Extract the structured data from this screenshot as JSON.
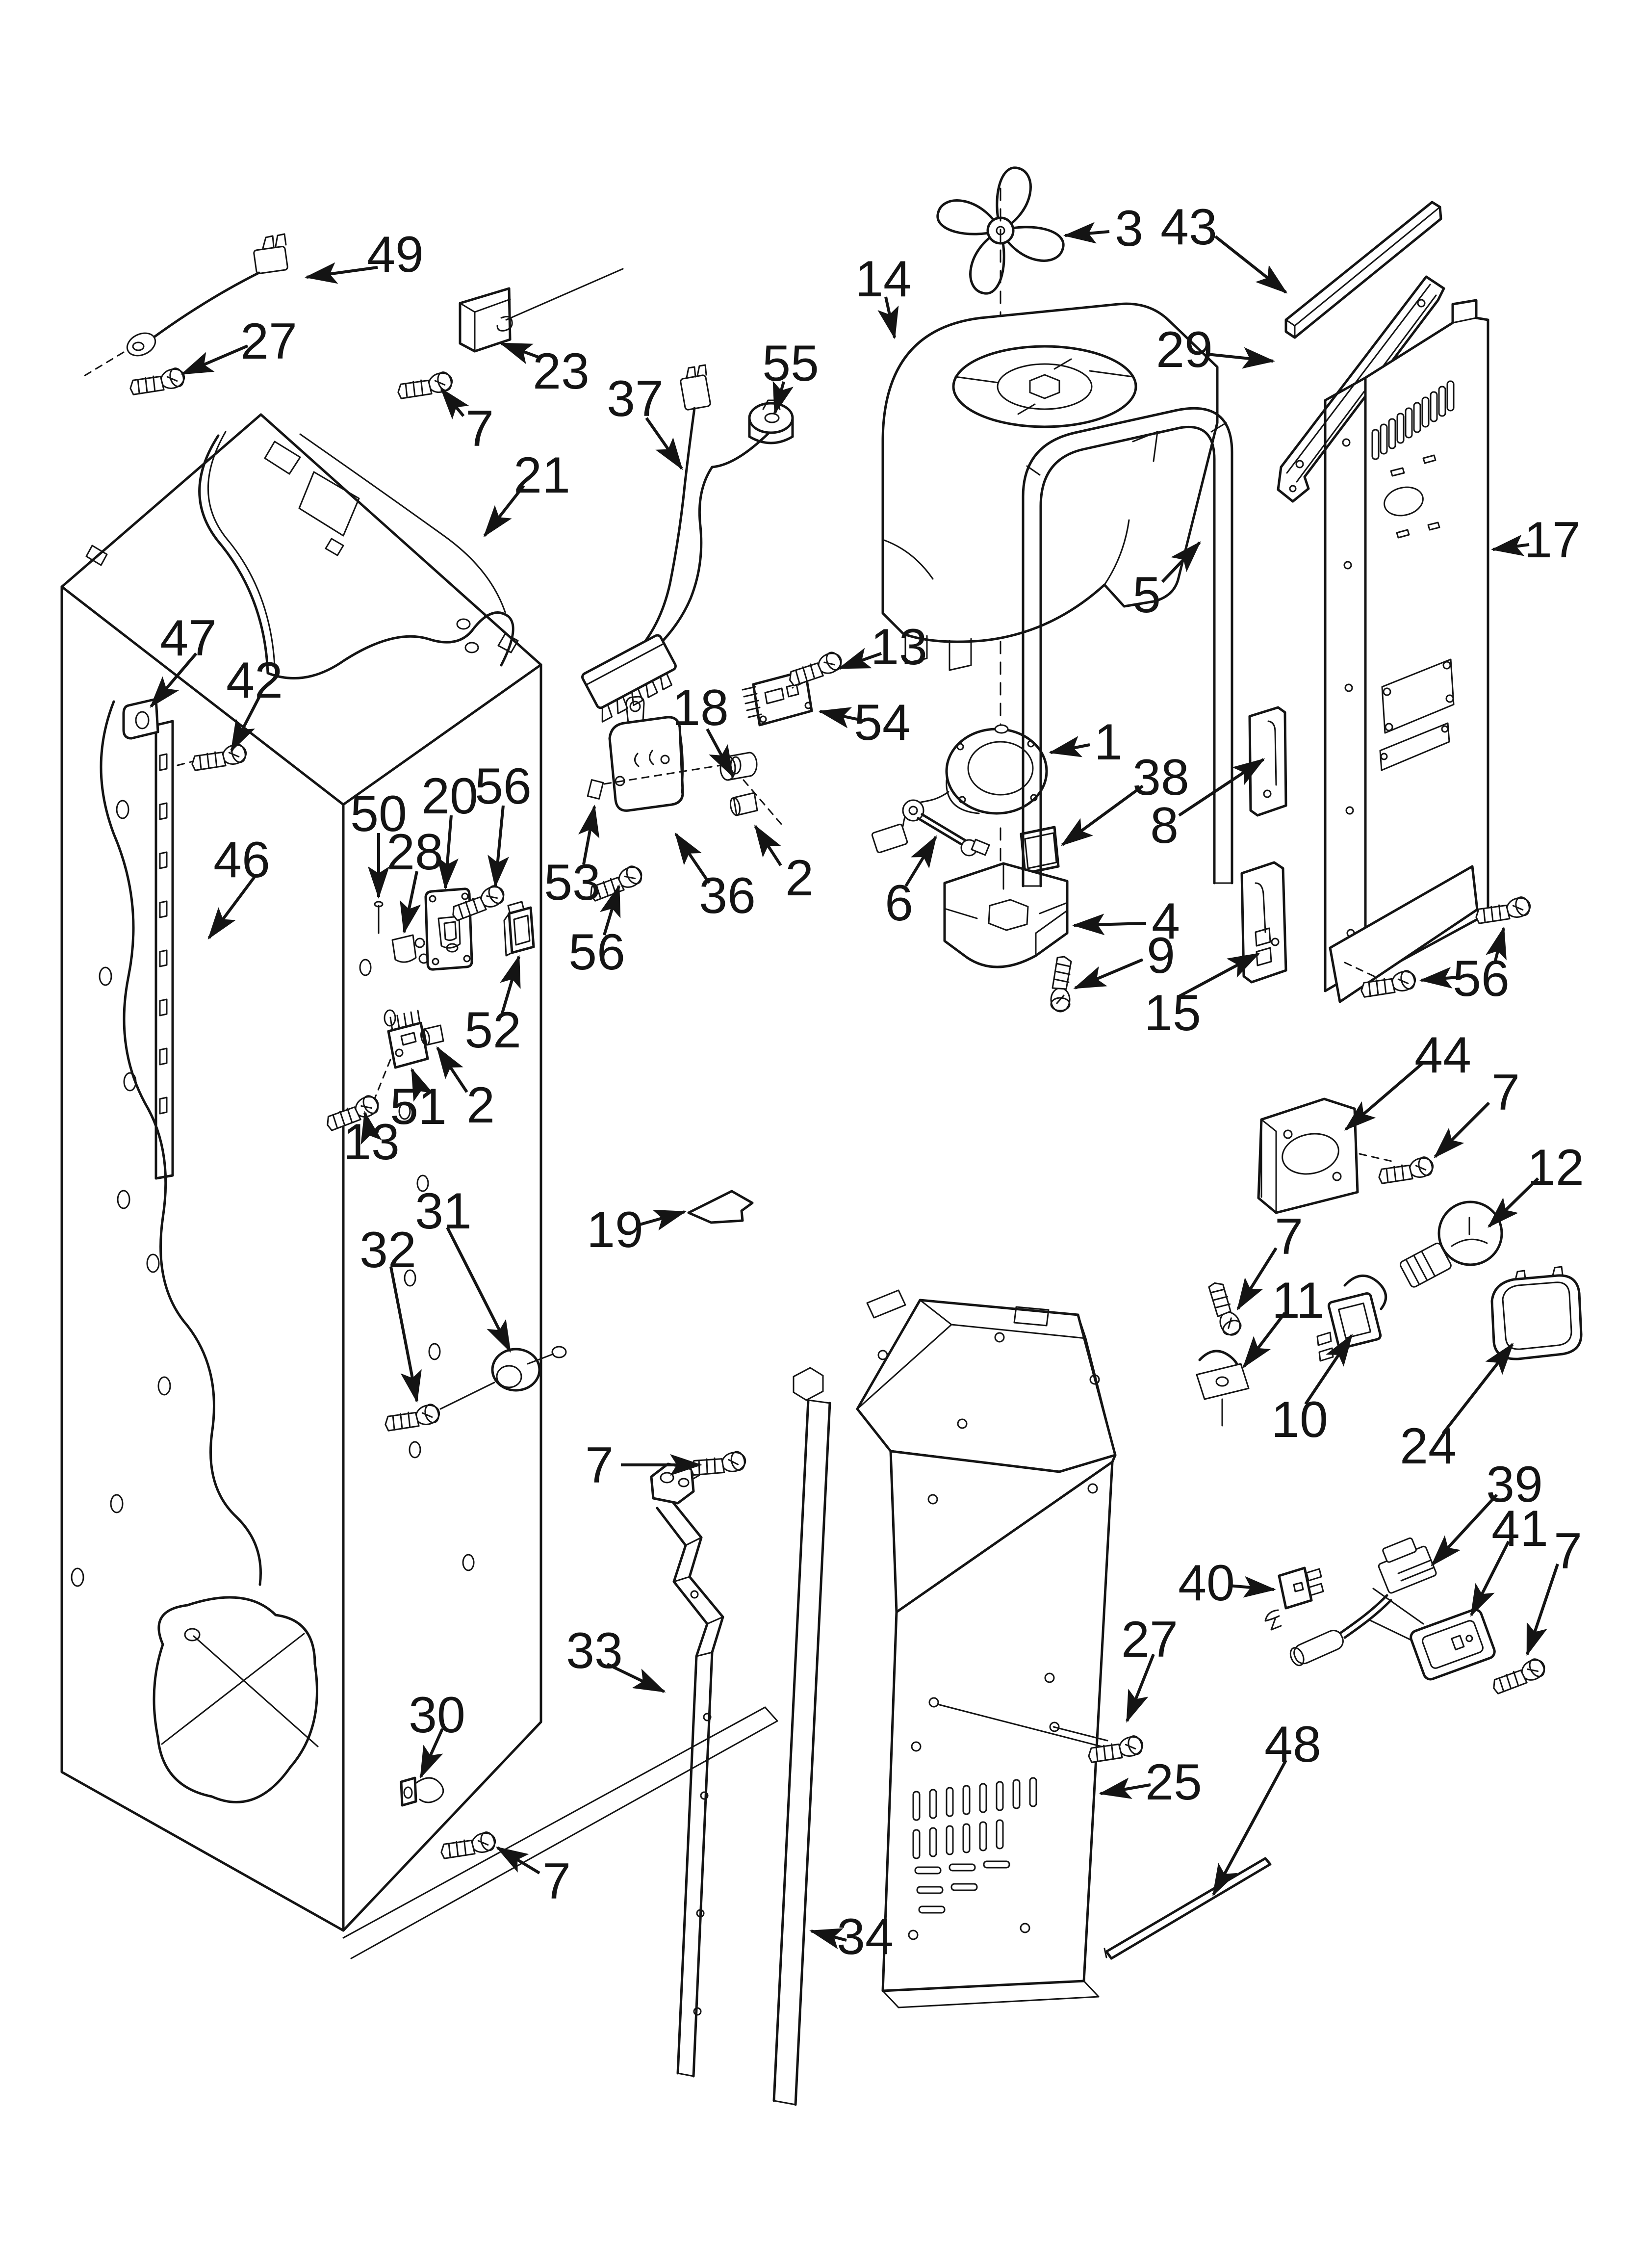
{
  "diagram": {
    "kind": "exploded-parts-line-diagram",
    "background_color": "#ffffff",
    "line_color": "#141414",
    "callouts": [
      {
        "text": "49"
      },
      {
        "text": "27"
      },
      {
        "text": "7"
      },
      {
        "text": "23"
      },
      {
        "text": "21"
      },
      {
        "text": "37"
      },
      {
        "text": "55"
      },
      {
        "text": "14"
      },
      {
        "text": "3"
      },
      {
        "text": "43"
      },
      {
        "text": "29"
      },
      {
        "text": "17"
      },
      {
        "text": "5"
      },
      {
        "text": "13"
      },
      {
        "text": "54"
      },
      {
        "text": "18"
      },
      {
        "text": "1"
      },
      {
        "text": "38"
      },
      {
        "text": "8"
      },
      {
        "text": "6"
      },
      {
        "text": "4"
      },
      {
        "text": "9"
      },
      {
        "text": "15"
      },
      {
        "text": "56"
      },
      {
        "text": "44"
      },
      {
        "text": "7"
      },
      {
        "text": "12"
      },
      {
        "text": "7"
      },
      {
        "text": "11"
      },
      {
        "text": "10"
      },
      {
        "text": "24"
      },
      {
        "text": "39"
      },
      {
        "text": "41"
      },
      {
        "text": "7"
      },
      {
        "text": "40"
      },
      {
        "text": "27"
      },
      {
        "text": "25"
      },
      {
        "text": "48"
      },
      {
        "text": "47"
      },
      {
        "text": "42"
      },
      {
        "text": "46"
      },
      {
        "text": "50"
      },
      {
        "text": "28"
      },
      {
        "text": "20"
      },
      {
        "text": "56"
      },
      {
        "text": "53"
      },
      {
        "text": "36"
      },
      {
        "text": "2"
      },
      {
        "text": "56"
      },
      {
        "text": "52"
      },
      {
        "text": "51"
      },
      {
        "text": "2"
      },
      {
        "text": "13"
      },
      {
        "text": "31"
      },
      {
        "text": "32"
      },
      {
        "text": "19"
      },
      {
        "text": "7"
      },
      {
        "text": "33"
      },
      {
        "text": "30"
      },
      {
        "text": "7"
      },
      {
        "text": "34"
      }
    ]
  }
}
